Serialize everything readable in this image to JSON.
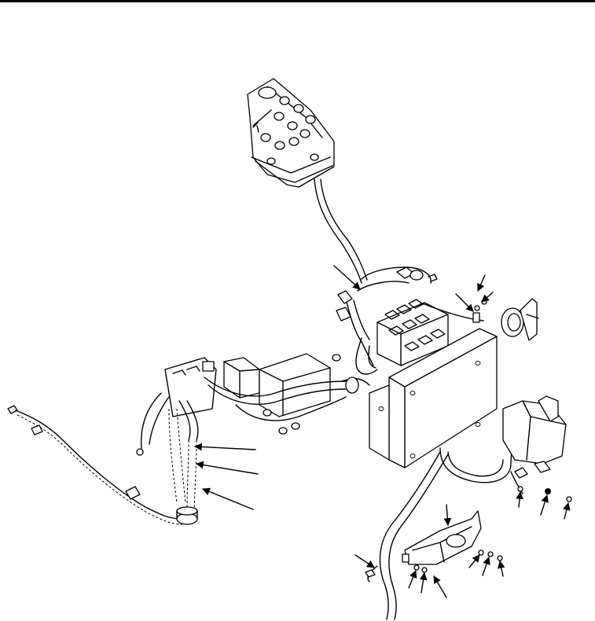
{
  "figure": {
    "type": "exploded technical line drawing",
    "colors": {
      "ink": "#000000",
      "paper": "#ffffff"
    },
    "callout_count": 18,
    "icon": "wiring-harness-illustration"
  }
}
